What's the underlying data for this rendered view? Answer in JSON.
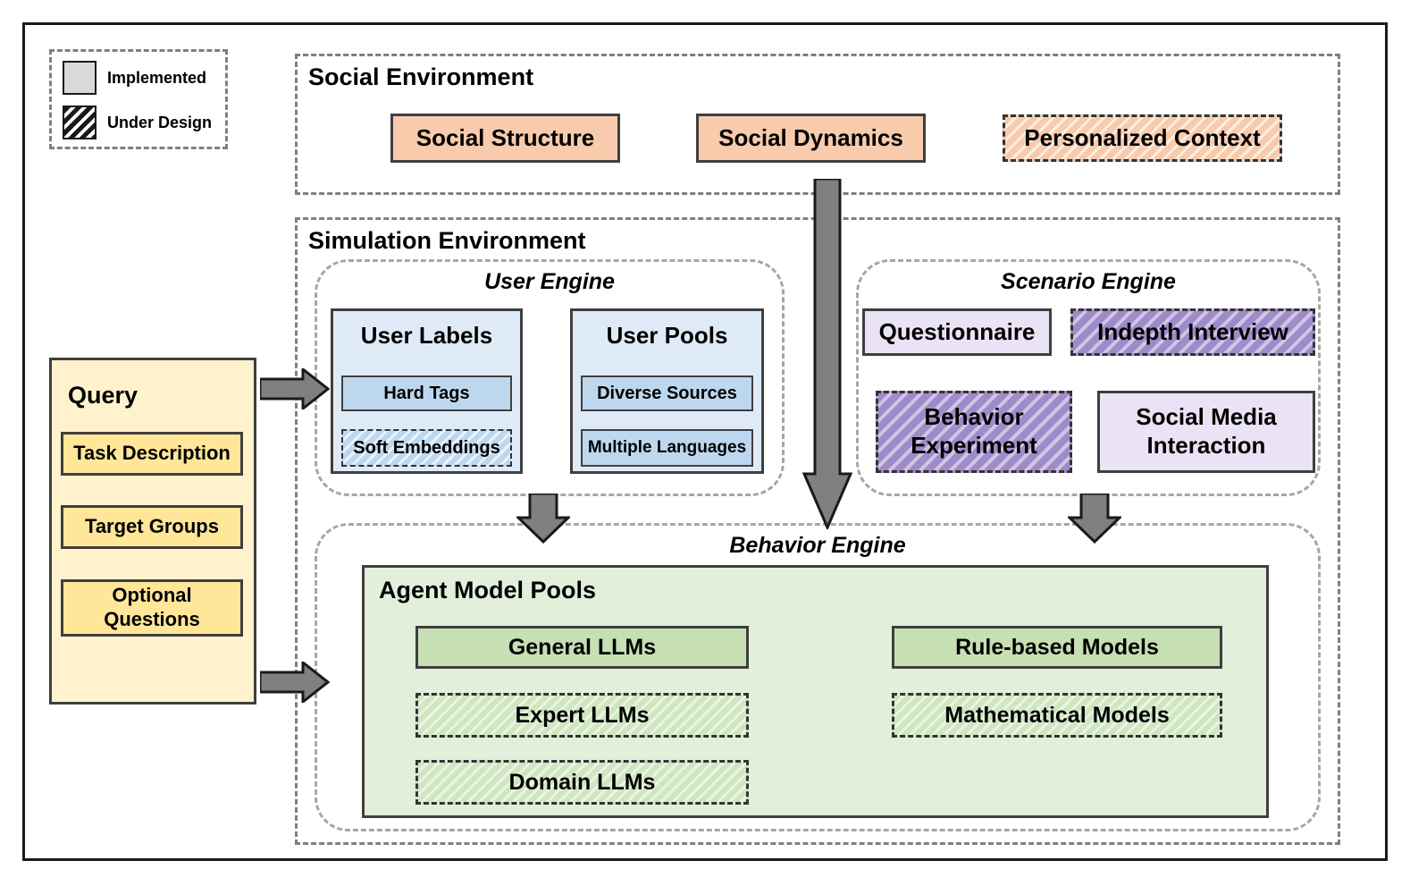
{
  "legend": {
    "items": [
      {
        "label": "Implemented",
        "swatch": "implemented"
      },
      {
        "label": "Under Design",
        "swatch": "under-design"
      }
    ]
  },
  "social_environment": {
    "title": "Social Environment",
    "boxes": [
      {
        "label": "Social Structure",
        "status": "implemented"
      },
      {
        "label": "Social Dynamics",
        "status": "implemented"
      },
      {
        "label": "Personalized Context",
        "status": "under-design"
      }
    ]
  },
  "simulation_environment": {
    "title": "Simulation Environment",
    "user_engine": {
      "title": "User Engine",
      "user_labels": {
        "title": "User Labels",
        "items": [
          {
            "label": "Hard Tags",
            "status": "implemented"
          },
          {
            "label": "Soft Embeddings",
            "status": "under-design"
          }
        ]
      },
      "user_pools": {
        "title": "User Pools",
        "items": [
          {
            "label": "Diverse Sources",
            "status": "implemented"
          },
          {
            "label": "Multiple Languages",
            "status": "implemented"
          }
        ]
      }
    },
    "scenario_engine": {
      "title": "Scenario Engine",
      "boxes": [
        {
          "label": "Questionnaire",
          "status": "implemented"
        },
        {
          "label": "Indepth Interview",
          "status": "under-design"
        },
        {
          "label": "Behavior Experiment",
          "status": "under-design"
        },
        {
          "label": "Social Media Interaction",
          "status": "implemented"
        }
      ]
    },
    "behavior_engine": {
      "title": "Behavior Engine",
      "agent_model_pools": {
        "title": "Agent Model Pools",
        "left_column": [
          {
            "label": "General LLMs",
            "status": "implemented"
          },
          {
            "label": "Expert LLMs",
            "status": "under-design"
          },
          {
            "label": "Domain LLMs",
            "status": "under-design"
          }
        ],
        "right_column": [
          {
            "label": "Rule-based Models",
            "status": "implemented"
          },
          {
            "label": "Mathematical Models",
            "status": "under-design"
          }
        ]
      }
    }
  },
  "query": {
    "title": "Query",
    "fields": [
      {
        "label": "Task Description"
      },
      {
        "label": "Target Groups"
      },
      {
        "label": "Optional Questions"
      }
    ]
  },
  "colors": {
    "social_accent": "#F8CBAD",
    "user_engine_light": "#DEEBF7",
    "user_engine_accent": "#BDD7EE",
    "scenario_accent_light": "#E9E3F5",
    "scenario_accent_dark": "#9E8BC9",
    "behavior_light": "#E2EFDA",
    "behavior_accent": "#C6E0B4",
    "query_light": "#FFF2CC",
    "query_accent": "#FFE699",
    "arrow": "#808080"
  }
}
